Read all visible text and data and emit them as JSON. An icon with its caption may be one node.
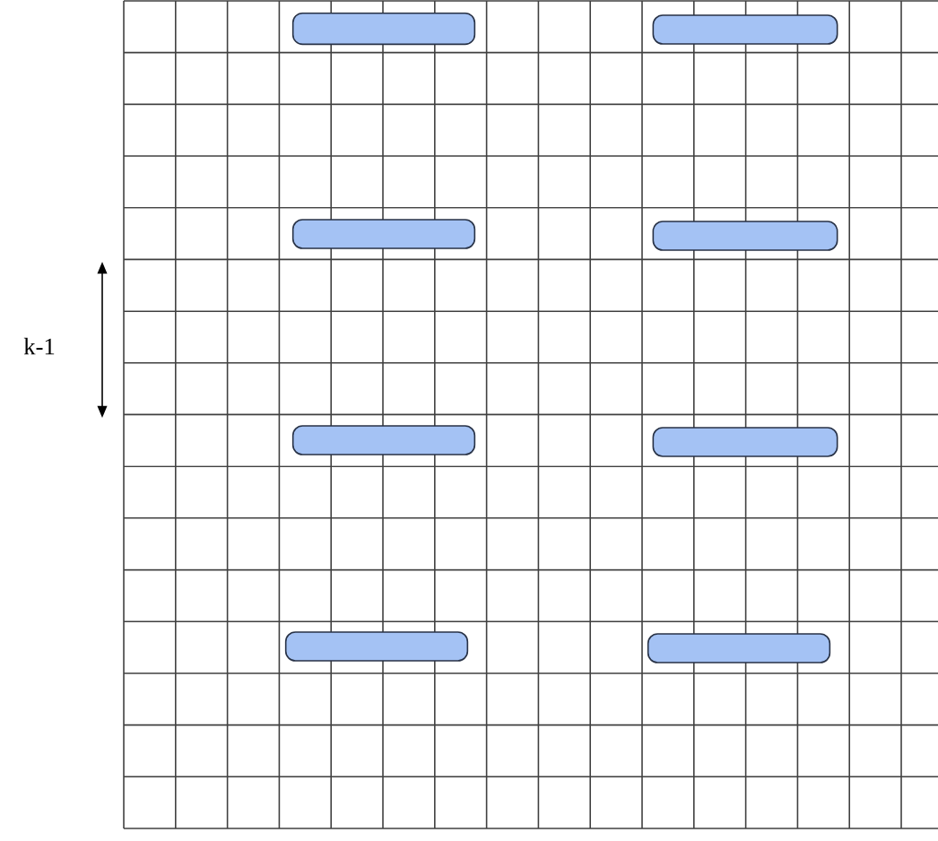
{
  "diagram": {
    "nodes": [
      {
        "text": [],
        "shape": "bar"
      },
      {
        "text": [],
        "shape": "bar"
      },
      {
        "text": [],
        "shape": "bar"
      },
      {
        "text": [],
        "shape": "bar"
      },
      {
        "text": [],
        "shape": "bar"
      },
      {
        "text": [],
        "shape": "bar"
      },
      {
        "text": [],
        "shape": "bar"
      },
      {
        "text": [],
        "shape": "bar"
      }
    ],
    "labels": [
      "k-1"
    ]
  }
}
